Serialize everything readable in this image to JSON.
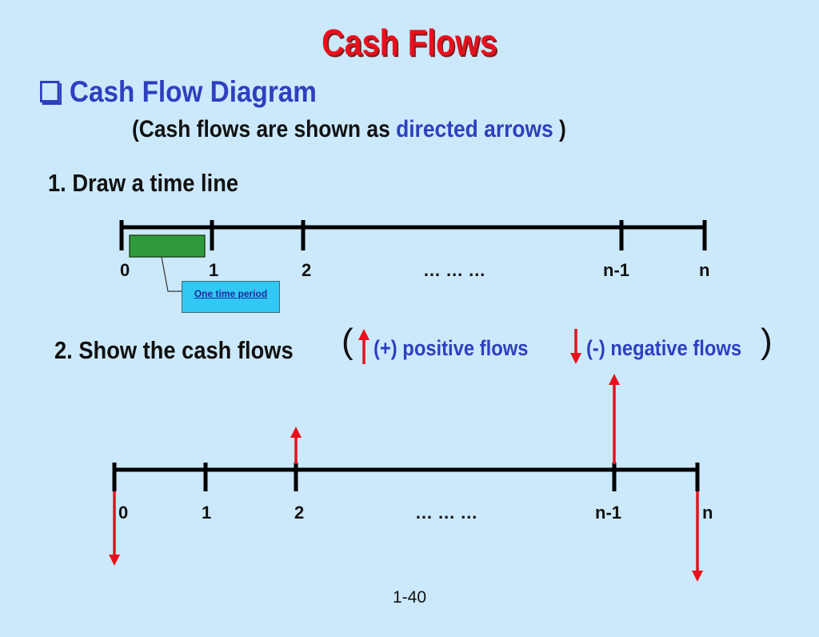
{
  "title": "Cash Flows",
  "heading": "Cash Flow Diagram",
  "subtitle": {
    "prefix": "(Cash flows are shown as ",
    "highlight": "directed arrows",
    "suffix": " )"
  },
  "step1": "1.  Draw a time line",
  "timeline1_labels": [
    "0",
    "1",
    "2",
    "…   …    …",
    "n-1",
    "n"
  ],
  "callout": "One time period",
  "step2": "2. Show the cash flows",
  "legend": {
    "open_paren": "(",
    "positive": "(+) positive flows",
    "negative": "(-) negative flows",
    "close_paren": ")"
  },
  "timeline2_labels": [
    "0",
    "1",
    "2",
    "…   …    …",
    "n-1",
    "n"
  ],
  "page_number": "1-40",
  "colors": {
    "background": "#cce9fb",
    "title": "#e8101c",
    "heading": "#2e3fbf",
    "arrow": "#e8101c",
    "period_box": "#2f9a3a",
    "callout_fill": "#31c8f4"
  }
}
